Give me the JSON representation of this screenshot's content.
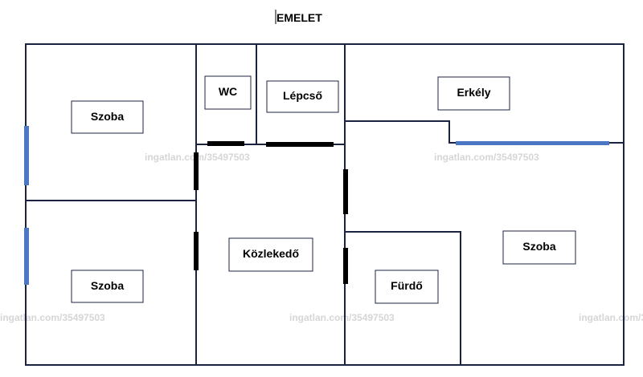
{
  "title": "EMELET",
  "rooms": {
    "szoba_top_left": "Szoba",
    "szoba_bottom_left": "Szoba",
    "wc": "WC",
    "lepcso": "Lépcső",
    "erkely": "Erkély",
    "kozlekedo": "Közlekedő",
    "furdo": "Fürdő",
    "szoba_right": "Szoba"
  },
  "watermark": "ingatlan.com/35497503",
  "colors": {
    "wall": "#1c2340",
    "door": "#000000",
    "window": "#4a76c4",
    "watermark": "#d6d6d6"
  }
}
